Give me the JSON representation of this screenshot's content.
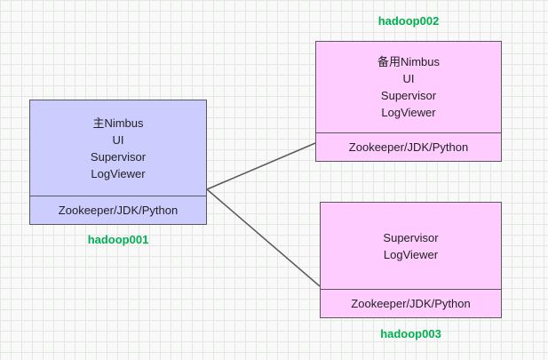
{
  "nodes": [
    {
      "name": "hadoop001",
      "services": [
        "主Nimbus",
        "UI",
        "Supervisor",
        "LogViewer"
      ],
      "base": "Zookeeper/JDK/Python",
      "fill": "#ccccff"
    },
    {
      "name": "hadoop002",
      "services": [
        "备用Nimbus",
        "UI",
        "Supervisor",
        "LogViewer"
      ],
      "base": "Zookeeper/JDK/Python",
      "fill": "#ffccff"
    },
    {
      "name": "hadoop003",
      "services": [
        "Supervisor",
        "LogViewer"
      ],
      "base": "Zookeeper/JDK/Python",
      "fill": "#ffccff"
    }
  ],
  "colors": {
    "border": "#595959",
    "connector": "#595959",
    "label_green": "#00b050",
    "grid_line": "#e3e8e3",
    "canvas_bg": "#f8f9f8"
  }
}
